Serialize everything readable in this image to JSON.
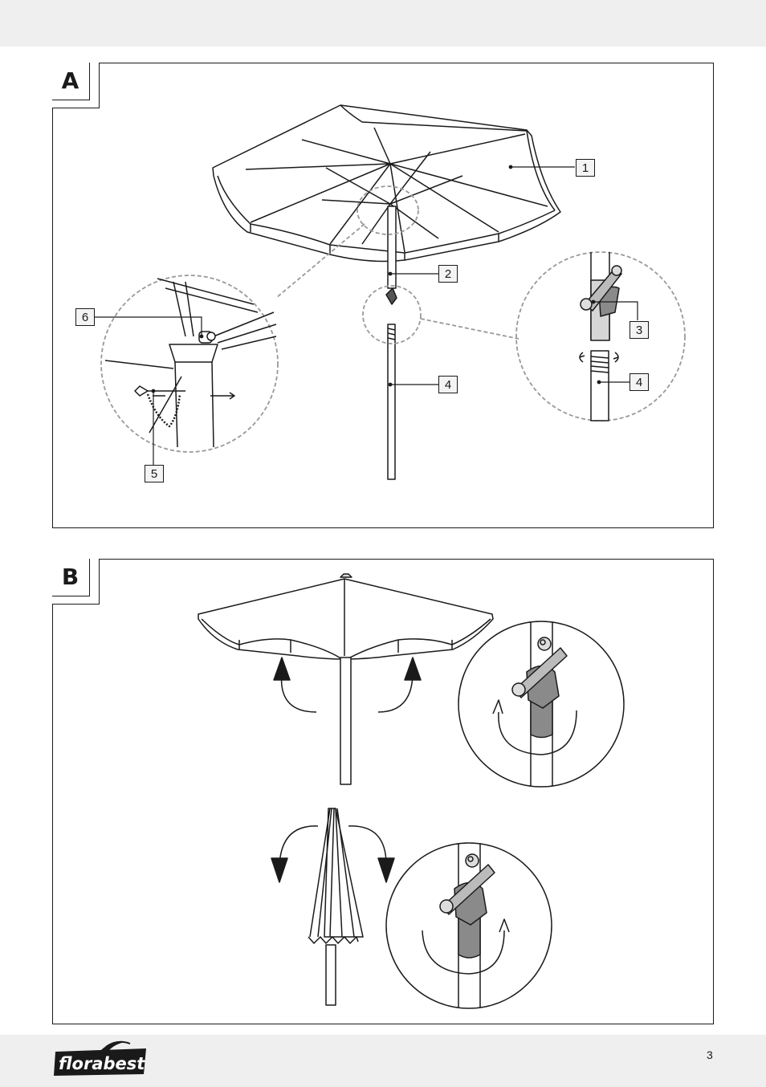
{
  "panels": [
    {
      "label": "A",
      "callouts": [
        "1",
        "2",
        "3",
        "4",
        "4",
        "5",
        "6"
      ]
    },
    {
      "label": "B"
    }
  ],
  "brand": {
    "name": "florabest",
    "logo_color": "#1a1a1a"
  },
  "page_number": "3",
  "colors": {
    "line": "#1a1a1a",
    "dashed": "#999999",
    "crank_gray": "#8a8a8a",
    "band": "#efefef"
  }
}
